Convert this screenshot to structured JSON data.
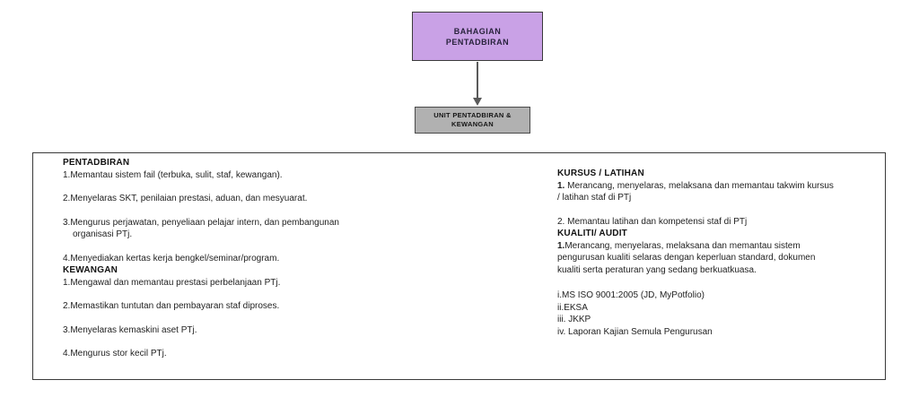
{
  "colors": {
    "top_box_fill": "#c9a1e6",
    "top_box_border": "#3b3b3b",
    "unit_box_fill": "#b1b1b1",
    "unit_box_border": "#4a4a4a",
    "panel_border": "#3a3a3a",
    "arrow": "#5a5a5a",
    "text": "#1f1f1f"
  },
  "org_chart": {
    "top_box": {
      "line1": "BAHAGIAN",
      "line2": "PENTADBIRAN"
    },
    "unit_box": {
      "line1": "UNIT PENTADBIRAN &",
      "line2": "KEWANGAN"
    }
  },
  "panel": {
    "left": {
      "sections": [
        {
          "heading": "PENTADBIRAN",
          "items": [
            "1.Memantau sistem fail (terbuka, sulit, staf, kewangan).",
            "2.Menyelaras SKT, penilaian prestasi, aduan, dan mesyuarat.",
            "3.Mengurus perjawatan, penyeliaan pelajar intern, dan pembangunan organisasi PTj.",
            "4.Menyediakan kertas kerja bengkel/seminar/program."
          ]
        },
        {
          "heading": "KEWANGAN",
          "items": [
            "1.Mengawal dan memantau prestasi perbelanjaan PTj.",
            "2.Memastikan tuntutan dan pembayaran staf diproses.",
            "3.Menyelaras kemaskini aset PTj.",
            "4.Mengurus stor kecil PTj."
          ]
        }
      ]
    },
    "right": {
      "sections": [
        {
          "heading": "KURSUS / LATIHAN",
          "items": [
            {
              "prefix": "1.",
              "text": " Merancang, menyelaras, melaksana dan memantau takwim kursus / latihan staf di PTj"
            },
            {
              "prefix": "",
              "text": "2. Memantau latihan dan kompetensi staf di PTj"
            }
          ]
        },
        {
          "heading": "KUALITI/ AUDIT",
          "items": [
            {
              "prefix": "1.",
              "text": "Merancang, menyelaras, melaksana dan memantau sistem pengurusan kualiti selaras dengan keperluan standard, dokumen kualiti serta peraturan yang sedang berkuatkuasa."
            }
          ],
          "list": [
            "i.MS ISO 9001:2005 (JD, MyPotfolio)",
            "ii.EKSA",
            "iii. JKKP",
            "iv. Laporan Kajian Semula Pengurusan"
          ]
        }
      ]
    }
  }
}
